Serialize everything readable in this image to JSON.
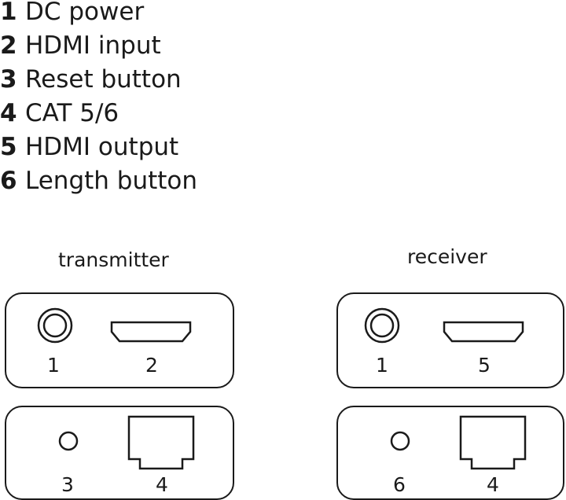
{
  "legend": [
    {
      "number": "1",
      "label": "DC power"
    },
    {
      "number": "2",
      "label": "HDMI input"
    },
    {
      "number": "3",
      "label": "Reset button"
    },
    {
      "number": "4",
      "label": "CAT 5/6"
    },
    {
      "number": "5",
      "label": "HDMI output"
    },
    {
      "number": "6",
      "label": "Length button"
    }
  ],
  "transmitter": {
    "title": "transmitter",
    "front": {
      "dc_label": "1",
      "hdmi_label": "2"
    },
    "back": {
      "button_label": "3",
      "rj45_label": "4"
    }
  },
  "receiver": {
    "title": "receiver",
    "front": {
      "dc_label": "1",
      "hdmi_label": "5"
    },
    "back": {
      "button_label": "6",
      "rj45_label": "4"
    }
  }
}
